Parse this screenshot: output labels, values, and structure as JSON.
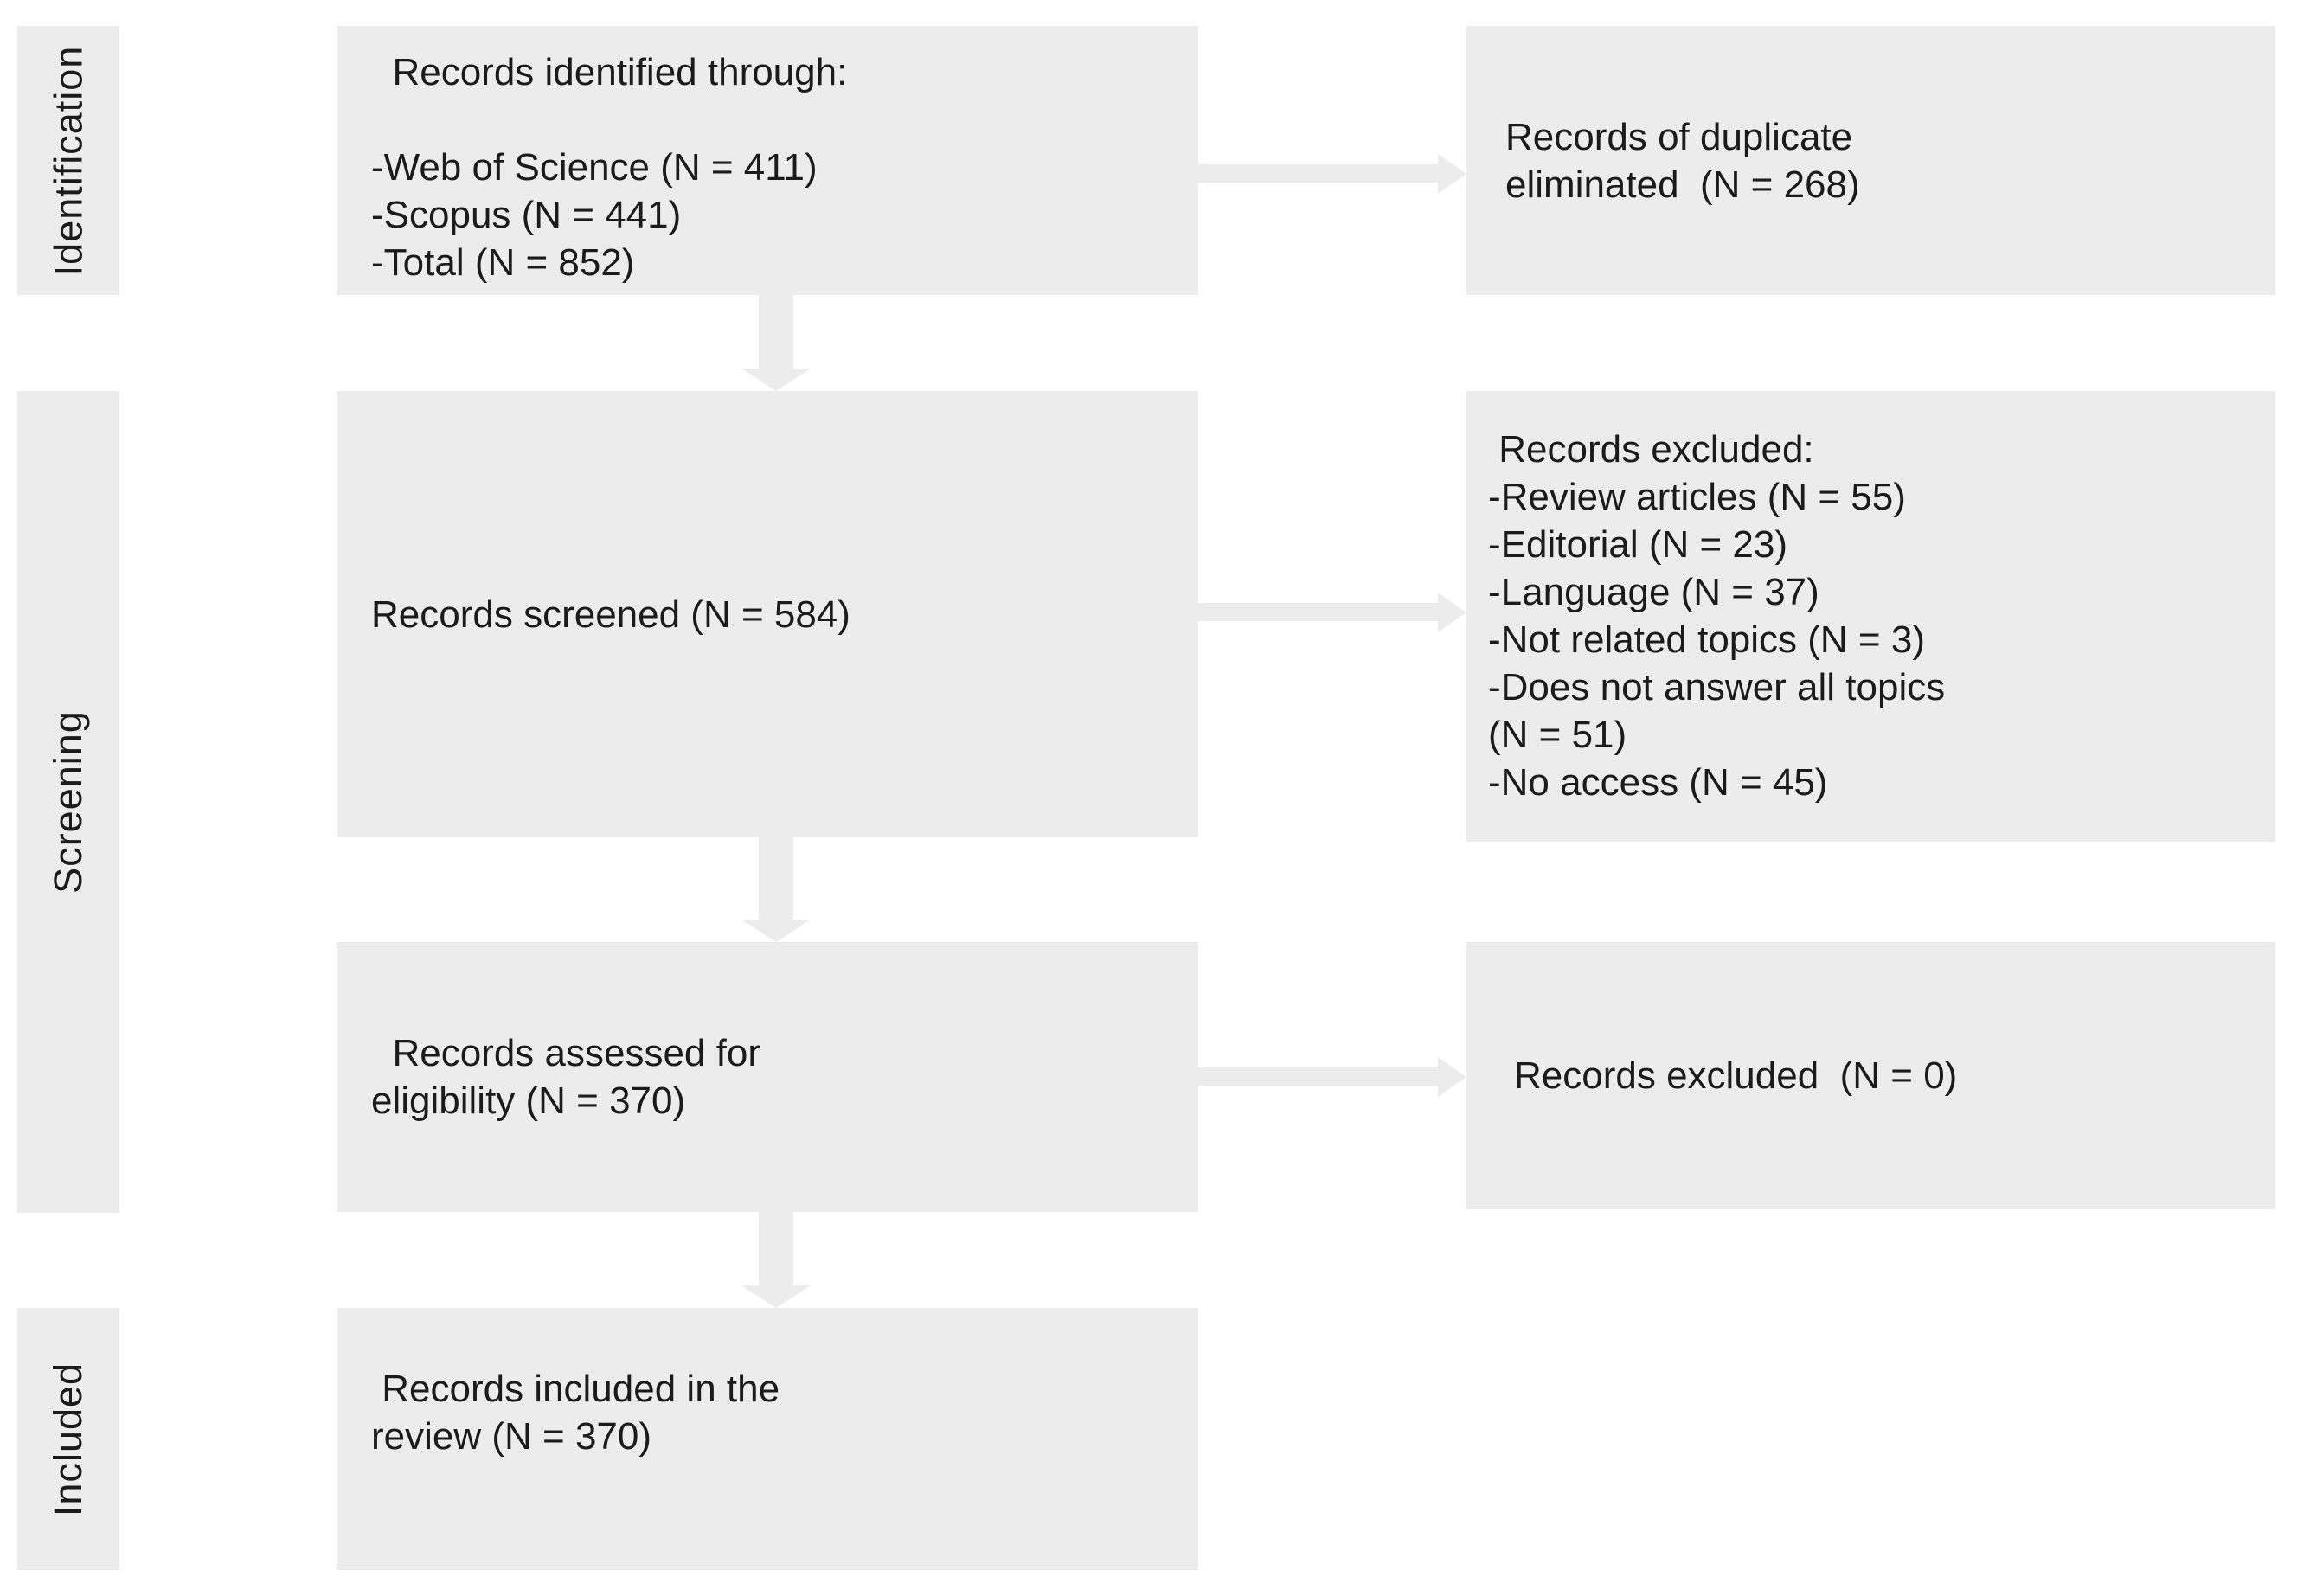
{
  "stages": [
    {
      "id": "identification",
      "label": "Identification"
    },
    {
      "id": "screening",
      "label": "Screening"
    },
    {
      "id": "included",
      "label": "Included"
    }
  ],
  "boxes": {
    "identified": {
      "lines": [
        "  Records identified through:",
        "",
        "-Web of Science (N = 411)",
        "-Scopus (N = 441)",
        "-Total (N = 852)"
      ]
    },
    "duplicates": {
      "lines": [
        "Records of duplicate",
        "eliminated  (N = 268)"
      ]
    },
    "screened": {
      "lines": [
        "Records screened (N = 584)"
      ]
    },
    "excluded_screening": {
      "lines": [
        " Records excluded:",
        "-Review articles (N = 55)",
        "-Editorial (N = 23)",
        "-Language (N = 37)",
        "-Not related topics (N = 3)",
        "-Does not answer all topics",
        "(N = 51)",
        "-No access (N = 45)"
      ]
    },
    "assessed": {
      "lines": [
        "  Records assessed for",
        "eligibility (N = 370)"
      ]
    },
    "excluded_eligibility": {
      "lines": [
        "Records excluded  (N = 0)"
      ]
    },
    "included": {
      "lines": [
        " Records included in the",
        "review (N = 370)"
      ]
    }
  },
  "colors": {
    "box_fill": "#ececec",
    "arrow_fill": "#ececec",
    "text": "#1b1b1b",
    "background": "#ffffff"
  }
}
